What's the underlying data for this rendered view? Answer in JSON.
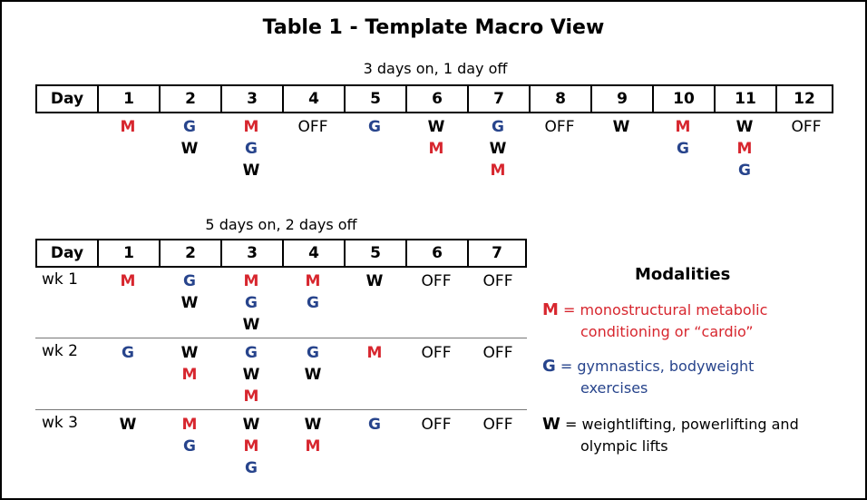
{
  "title": "Table 1 - Template Macro View",
  "table1": {
    "caption": "3 days on, 1 day off",
    "header": [
      "Day",
      "1",
      "2",
      "3",
      "4",
      "5",
      "6",
      "7",
      "8",
      "9",
      "10",
      "11",
      "12"
    ],
    "days": [
      [
        "M"
      ],
      [
        "G",
        "W"
      ],
      [
        "M",
        "G",
        "W"
      ],
      [
        "OFF"
      ],
      [
        "G"
      ],
      [
        "W",
        "M"
      ],
      [
        "G",
        "W",
        "M"
      ],
      [
        "OFF"
      ],
      [
        "W"
      ],
      [
        "M",
        "G"
      ],
      [
        "W",
        "M",
        "G"
      ],
      [
        "OFF"
      ]
    ]
  },
  "table2": {
    "caption": "5 days on, 2 days off",
    "header": [
      "Day",
      "1",
      "2",
      "3",
      "4",
      "5",
      "6",
      "7"
    ],
    "weeks": [
      {
        "label": "wk 1",
        "days": [
          [
            "M"
          ],
          [
            "G",
            "W"
          ],
          [
            "M",
            "G",
            "W"
          ],
          [
            "M",
            "G"
          ],
          [
            "W"
          ],
          [
            "OFF"
          ],
          [
            "OFF"
          ]
        ]
      },
      {
        "label": "wk 2",
        "days": [
          [
            "G"
          ],
          [
            "W",
            "M"
          ],
          [
            "G",
            "W",
            "M"
          ],
          [
            "G",
            "W"
          ],
          [
            "M"
          ],
          [
            "OFF"
          ],
          [
            "OFF"
          ]
        ]
      },
      {
        "label": "wk 3",
        "days": [
          [
            "W"
          ],
          [
            "M",
            "G"
          ],
          [
            "W",
            "M",
            "G"
          ],
          [
            "W",
            "M"
          ],
          [
            "G"
          ],
          [
            "OFF"
          ],
          [
            "OFF"
          ]
        ]
      }
    ]
  },
  "legend": {
    "title": "Modalities",
    "items": [
      {
        "key": "M",
        "line1": "= monostructural metabolic",
        "line2": "conditioning or “cardio”",
        "color": "#d7262e"
      },
      {
        "key": "G",
        "line1": "= gymnastics, bodyweight",
        "line2": "exercises",
        "color": "#27448c"
      },
      {
        "key": "W",
        "line1": "= weightlifting, powerlifting and",
        "line2": "olympic lifts",
        "color": "#000000"
      }
    ]
  },
  "colors": {
    "M": "#d7262e",
    "G": "#27448c",
    "W": "#000000"
  }
}
